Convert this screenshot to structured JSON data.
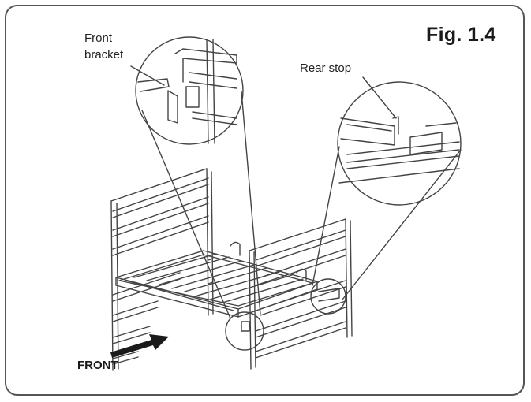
{
  "figure": {
    "title": "Fig. 1.4",
    "labels": {
      "front_bracket_line1": "Front",
      "front_bracket_line2": "bracket",
      "rear_stop": "Rear stop",
      "front": "FRONT"
    }
  },
  "colors": {
    "line": "#444444",
    "frame": "#555555",
    "arrow": "#1a1a1a"
  }
}
